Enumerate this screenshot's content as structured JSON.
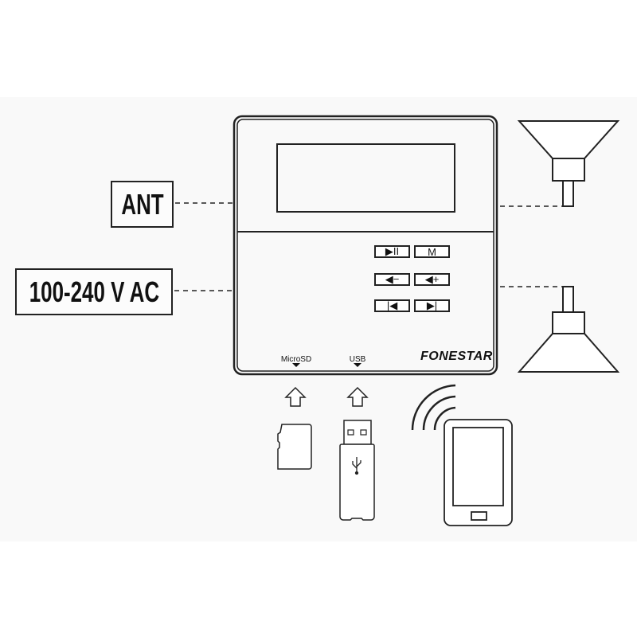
{
  "labels": {
    "antenna": "ANT",
    "power": "100-240 V AC"
  },
  "device": {
    "brand": "FONESTAR",
    "buttons": [
      {
        "label": "▶II",
        "function": "play-pause"
      },
      {
        "label": "M",
        "function": "mode"
      },
      {
        "label": "◀−",
        "function": "volume-down"
      },
      {
        "label": "◀+",
        "function": "volume-up"
      },
      {
        "label": "|◀",
        "function": "previous"
      },
      {
        "label": "▶|",
        "function": "next"
      }
    ],
    "ports": {
      "microsd": "MicroSD",
      "usb": "USB"
    }
  },
  "colors": {
    "line": "#222222",
    "background": "#f9f9f9"
  }
}
